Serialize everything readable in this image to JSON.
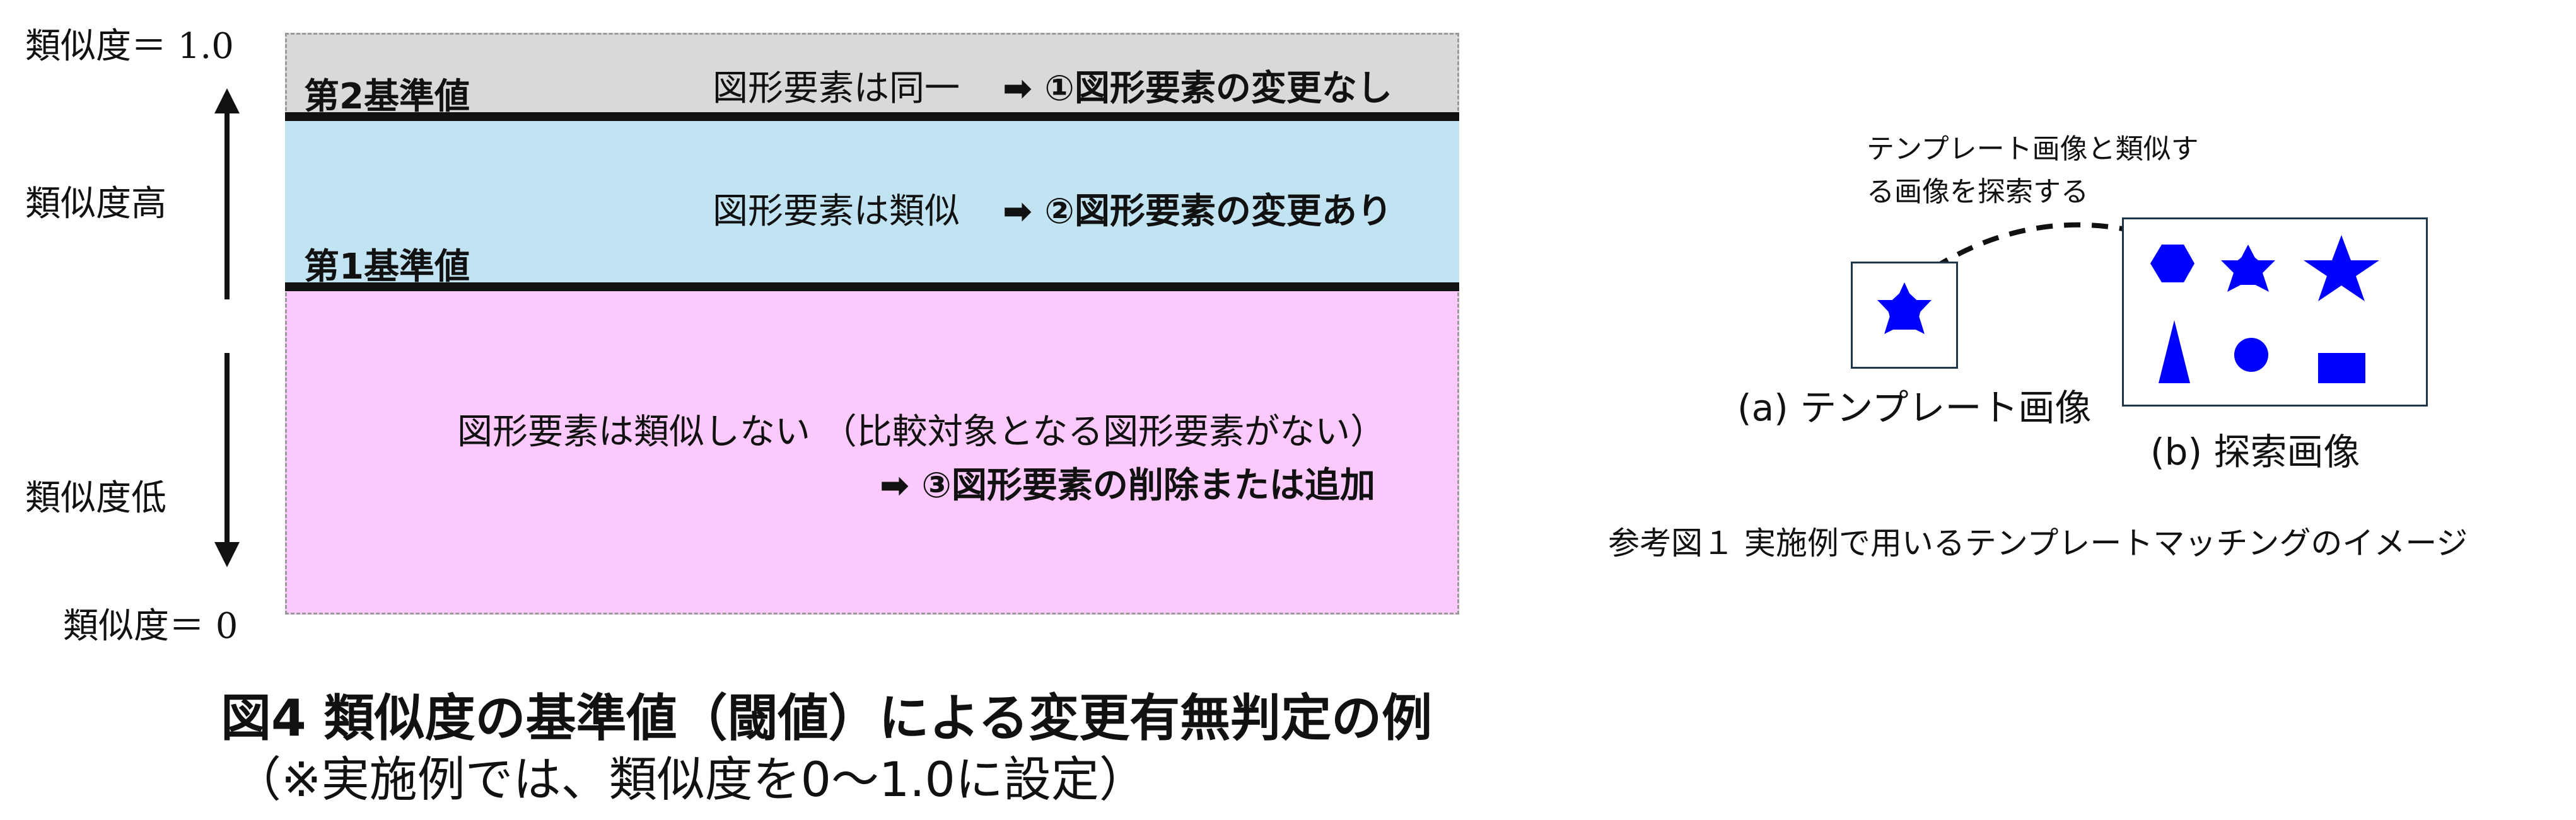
{
  "left": {
    "y_top": "類似度＝ 1.0",
    "y_high": "類似度高",
    "y_low": "類似度低",
    "y_bottom": "類似度＝ 0",
    "threshold2": "第2基準値",
    "threshold1": "第1基準値",
    "band_gray_condition": "図形要素は同一",
    "band_gray_result": "➡ ①図形要素の変更なし",
    "band_blue_condition": "図形要素は類似",
    "band_blue_result": "➡ ②図形要素の変更あり",
    "band_pink_condition": "図形要素は類似しない （比較対象となる図形要素がない）",
    "band_pink_result": "➡ ③図形要素の削除または追加",
    "caption": "図4 類似度の基準値（閾値）による変更有無判定の例",
    "caption_note": "（※実施例では、類似度を0～1.0に設定）",
    "colors": {
      "gray_band": "#d9d9d9",
      "blue_band": "#c1e3f2",
      "pink_band": "#fcc9fc"
    }
  },
  "right": {
    "search_note": "テンプレート画像と類似する画像を探索する",
    "template_label": "(a) テンプレート画像",
    "search_label": "(b) 探索画像",
    "caption": "参考図１ 実施例で用いるテンプレートマッチングのイメージ",
    "shape_color": "#0000ff"
  }
}
